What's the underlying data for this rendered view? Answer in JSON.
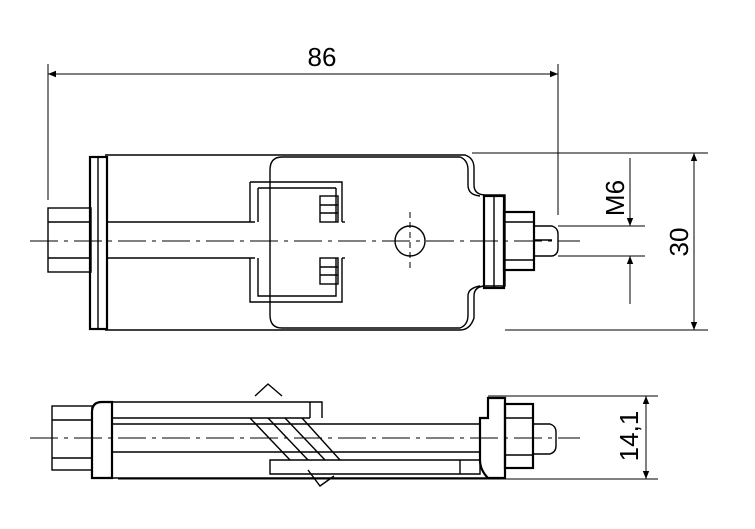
{
  "dimensions": {
    "overall_length": "86",
    "overall_height": "30",
    "thread": "M6",
    "thickness": "14,1"
  }
}
